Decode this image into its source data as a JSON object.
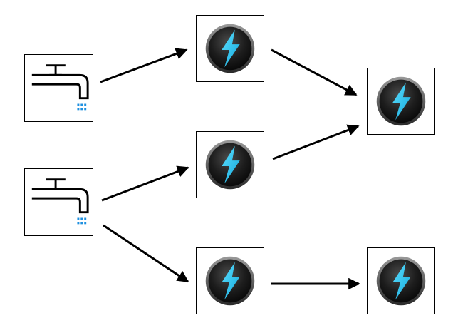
{
  "nodes": [
    {
      "id": "source-1",
      "kind": "source",
      "icon": "faucet-icon",
      "drip_color": "#1e90e0"
    },
    {
      "id": "source-2",
      "kind": "source",
      "icon": "faucet-icon",
      "drip_color": "#1e90e0"
    },
    {
      "id": "bolt-1",
      "kind": "processor",
      "icon": "lightning-bolt-icon",
      "bolt_color": "#22c3ef"
    },
    {
      "id": "bolt-2",
      "kind": "processor",
      "icon": "lightning-bolt-icon",
      "bolt_color": "#22c3ef"
    },
    {
      "id": "bolt-3",
      "kind": "processor",
      "icon": "lightning-bolt-icon",
      "bolt_color": "#22c3ef"
    },
    {
      "id": "bolt-4",
      "kind": "processor",
      "icon": "lightning-bolt-icon",
      "bolt_color": "#22c3ef"
    },
    {
      "id": "bolt-5",
      "kind": "processor",
      "icon": "lightning-bolt-icon",
      "bolt_color": "#22c3ef"
    }
  ],
  "edges": [
    {
      "from": "source-1",
      "to": "bolt-1"
    },
    {
      "from": "source-2",
      "to": "bolt-2"
    },
    {
      "from": "source-2",
      "to": "bolt-3"
    },
    {
      "from": "bolt-1",
      "to": "bolt-4"
    },
    {
      "from": "bolt-2",
      "to": "bolt-4"
    },
    {
      "from": "bolt-3",
      "to": "bolt-5"
    }
  ],
  "colors": {
    "arrow": "#000000",
    "node_border": "#000000",
    "faucet_stroke": "#000000",
    "drip": "#1e90e0",
    "bolt": "#22c3ef",
    "disc_dark": "#1a1a1a"
  }
}
